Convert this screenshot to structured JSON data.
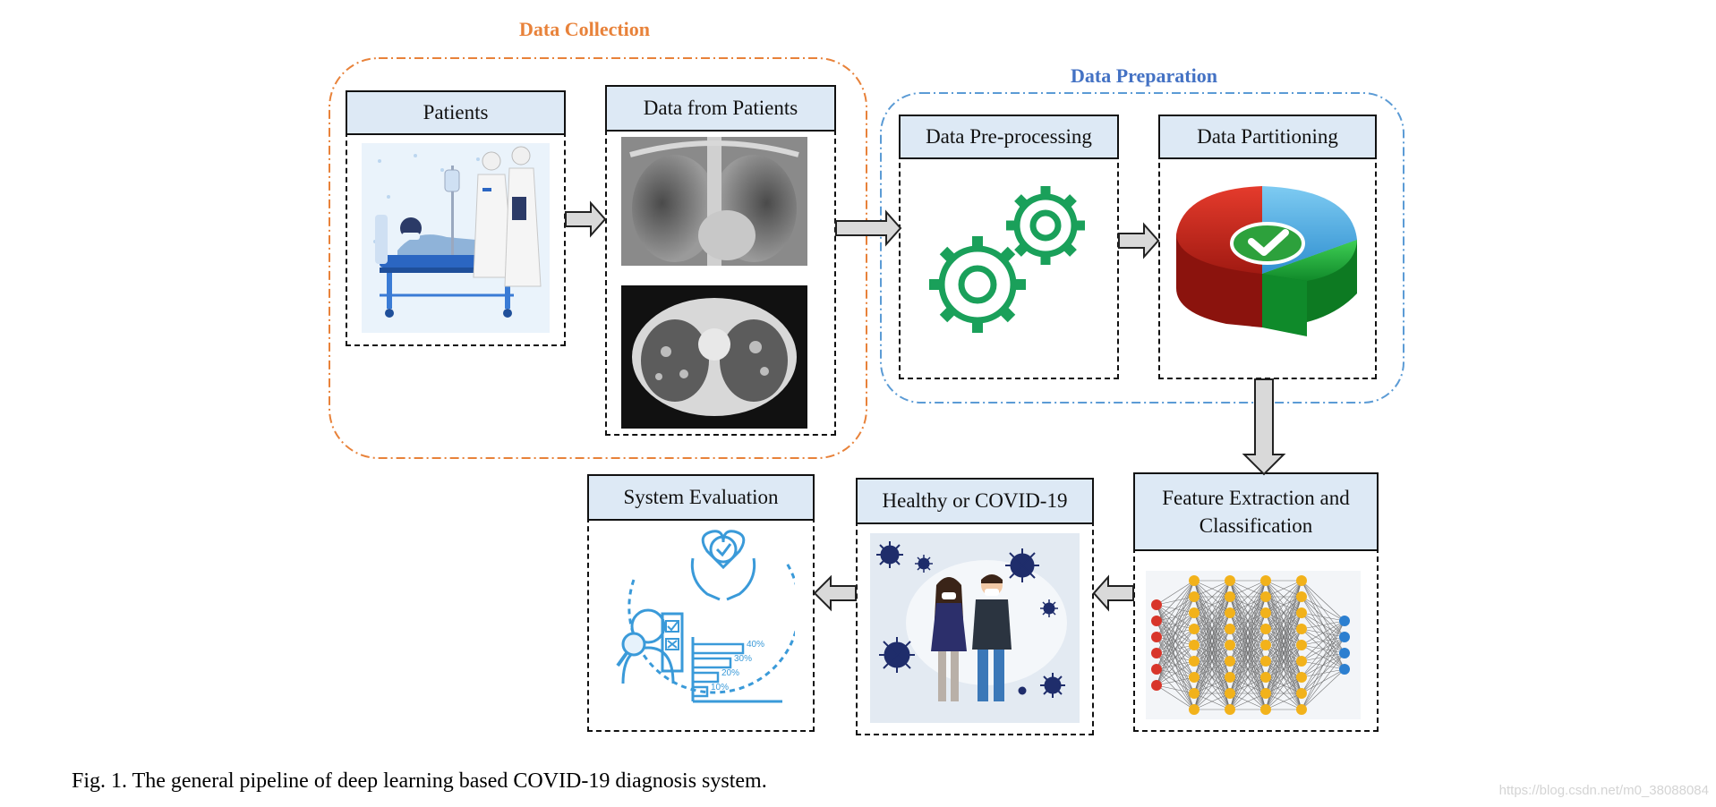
{
  "figure": {
    "caption": "Fig. 1.  The general pipeline of deep learning based COVID-19 diagnosis system.",
    "watermark": "https://blog.csdn.net/m0_38088084"
  },
  "groups": {
    "data_collection": {
      "title": "Data Collection",
      "color": "#e8823a"
    },
    "data_preparation": {
      "title": "Data Preparation",
      "color": "#4472c4"
    }
  },
  "steps": {
    "patients": {
      "label": "Patients",
      "icon": "hospital-bed-icon"
    },
    "data_from_patients": {
      "label": "Data from Patients",
      "icon": "chest-scan-icon"
    },
    "preprocessing": {
      "label": "Data Pre-processing",
      "icon": "gears-icon"
    },
    "partitioning": {
      "label": "Data Partitioning",
      "icon": "pie-check-icon"
    },
    "feature_extraction": {
      "label_line1": "Feature Extraction and",
      "label_line2": "Classification",
      "icon": "neural-network-icon"
    },
    "healthy_or_covid": {
      "label": "Healthy or COVID-19",
      "icon": "virus-people-icon"
    },
    "system_evaluation": {
      "label": "System Evaluation",
      "icon": "evaluation-icon"
    }
  },
  "evaluation_bars": [
    "40%",
    "30%",
    "20%",
    "10%"
  ],
  "colors": {
    "header_fill": "#dde9f5",
    "arrow_fill": "#d9d9d9",
    "gear_green": "#1aa05a",
    "virus": "#1f2d6b"
  }
}
